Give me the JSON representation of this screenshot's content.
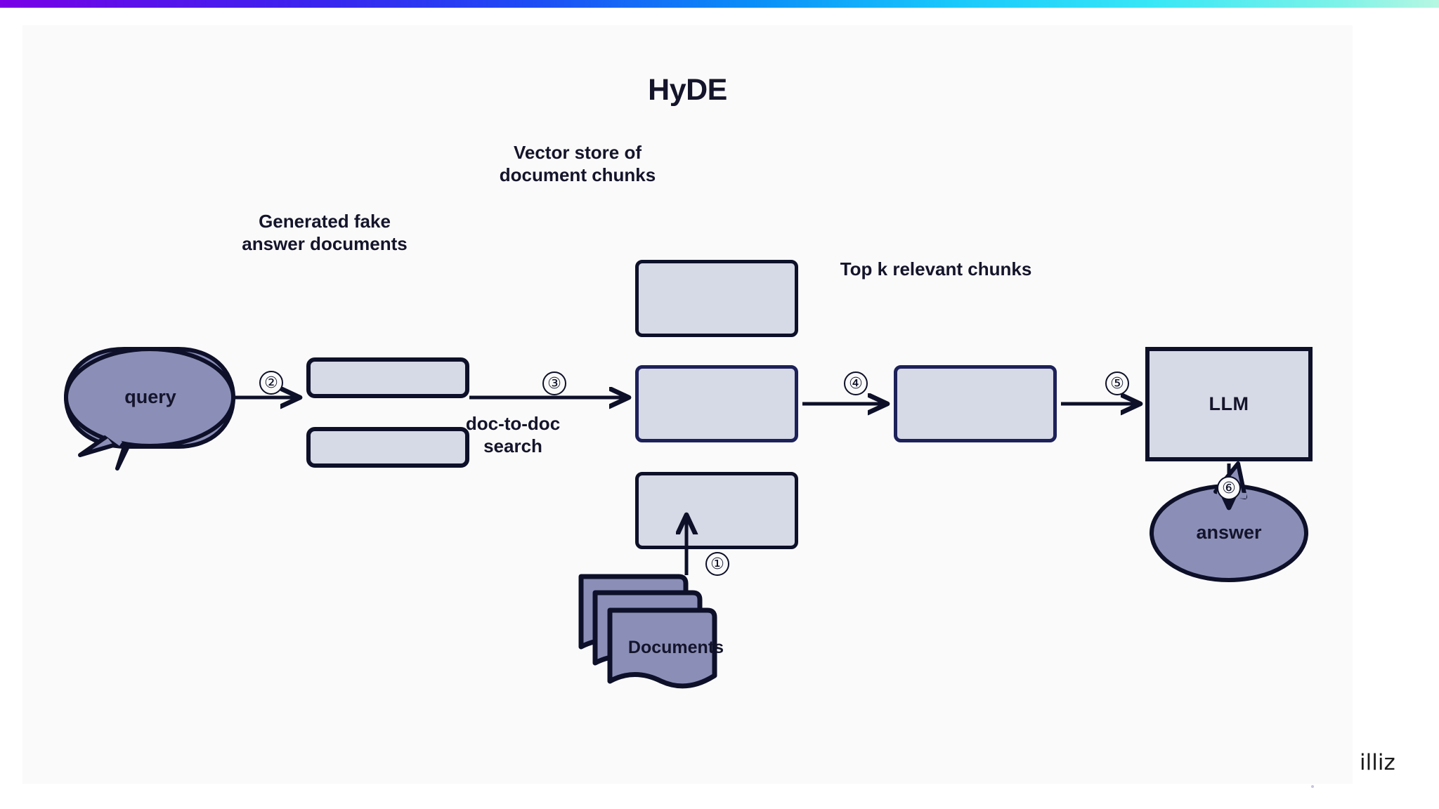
{
  "page": {
    "title": "HyDE",
    "watermark": "illiz",
    "background": "#fafafa",
    "accent_gradient_from": "#7a00e6",
    "accent_gradient_to": "#b7f7e2",
    "ink_color": "#0d1028",
    "box_fill": "#d6d9e6",
    "bubble_fill": "#8b8fb8",
    "accent_border": "#1d2159"
  },
  "nodes": {
    "query_bubble": {
      "label": "query",
      "shape": "speech-bubble"
    },
    "fake_docs": {
      "caption": "Generated fake\nanswer documents",
      "items": [
        {
          "label": ""
        },
        {
          "label": ""
        }
      ]
    },
    "vector_store": {
      "caption": "Vector store of\ndocument chunks",
      "chunks": [
        {
          "label": "",
          "highlighted": false
        },
        {
          "label": "",
          "highlighted": true
        },
        {
          "label": "",
          "highlighted": false
        }
      ]
    },
    "top_k": {
      "caption": "Top k relevant chunks",
      "chunk": {
        "label": "",
        "highlighted": true
      }
    },
    "llm": {
      "label": "LLM",
      "shape": "rectangle"
    },
    "answer_bubble": {
      "label": "answer",
      "shape": "speech-bubble"
    },
    "documents": {
      "label": "Documents",
      "shape": "document-stack",
      "sheets": 3
    }
  },
  "edges": [
    {
      "id": "1",
      "marker": "①",
      "from": "documents",
      "to": "vector-store-chunk-3",
      "label": ""
    },
    {
      "id": "2",
      "marker": "②",
      "from": "query",
      "to": "fake-documents",
      "label": ""
    },
    {
      "id": "3",
      "marker": "③",
      "from": "fake-documents",
      "to": "vector-store-chunk-2",
      "label": "doc-to-doc\nsearch"
    },
    {
      "id": "4",
      "marker": "④",
      "from": "vector-store-chunk-2",
      "to": "top-k-chunk",
      "label": ""
    },
    {
      "id": "5",
      "marker": "⑤",
      "from": "top-k-chunk",
      "to": "llm",
      "label": ""
    },
    {
      "id": "6",
      "marker": "⑥",
      "from": "llm",
      "to": "answer",
      "label": ""
    }
  ]
}
